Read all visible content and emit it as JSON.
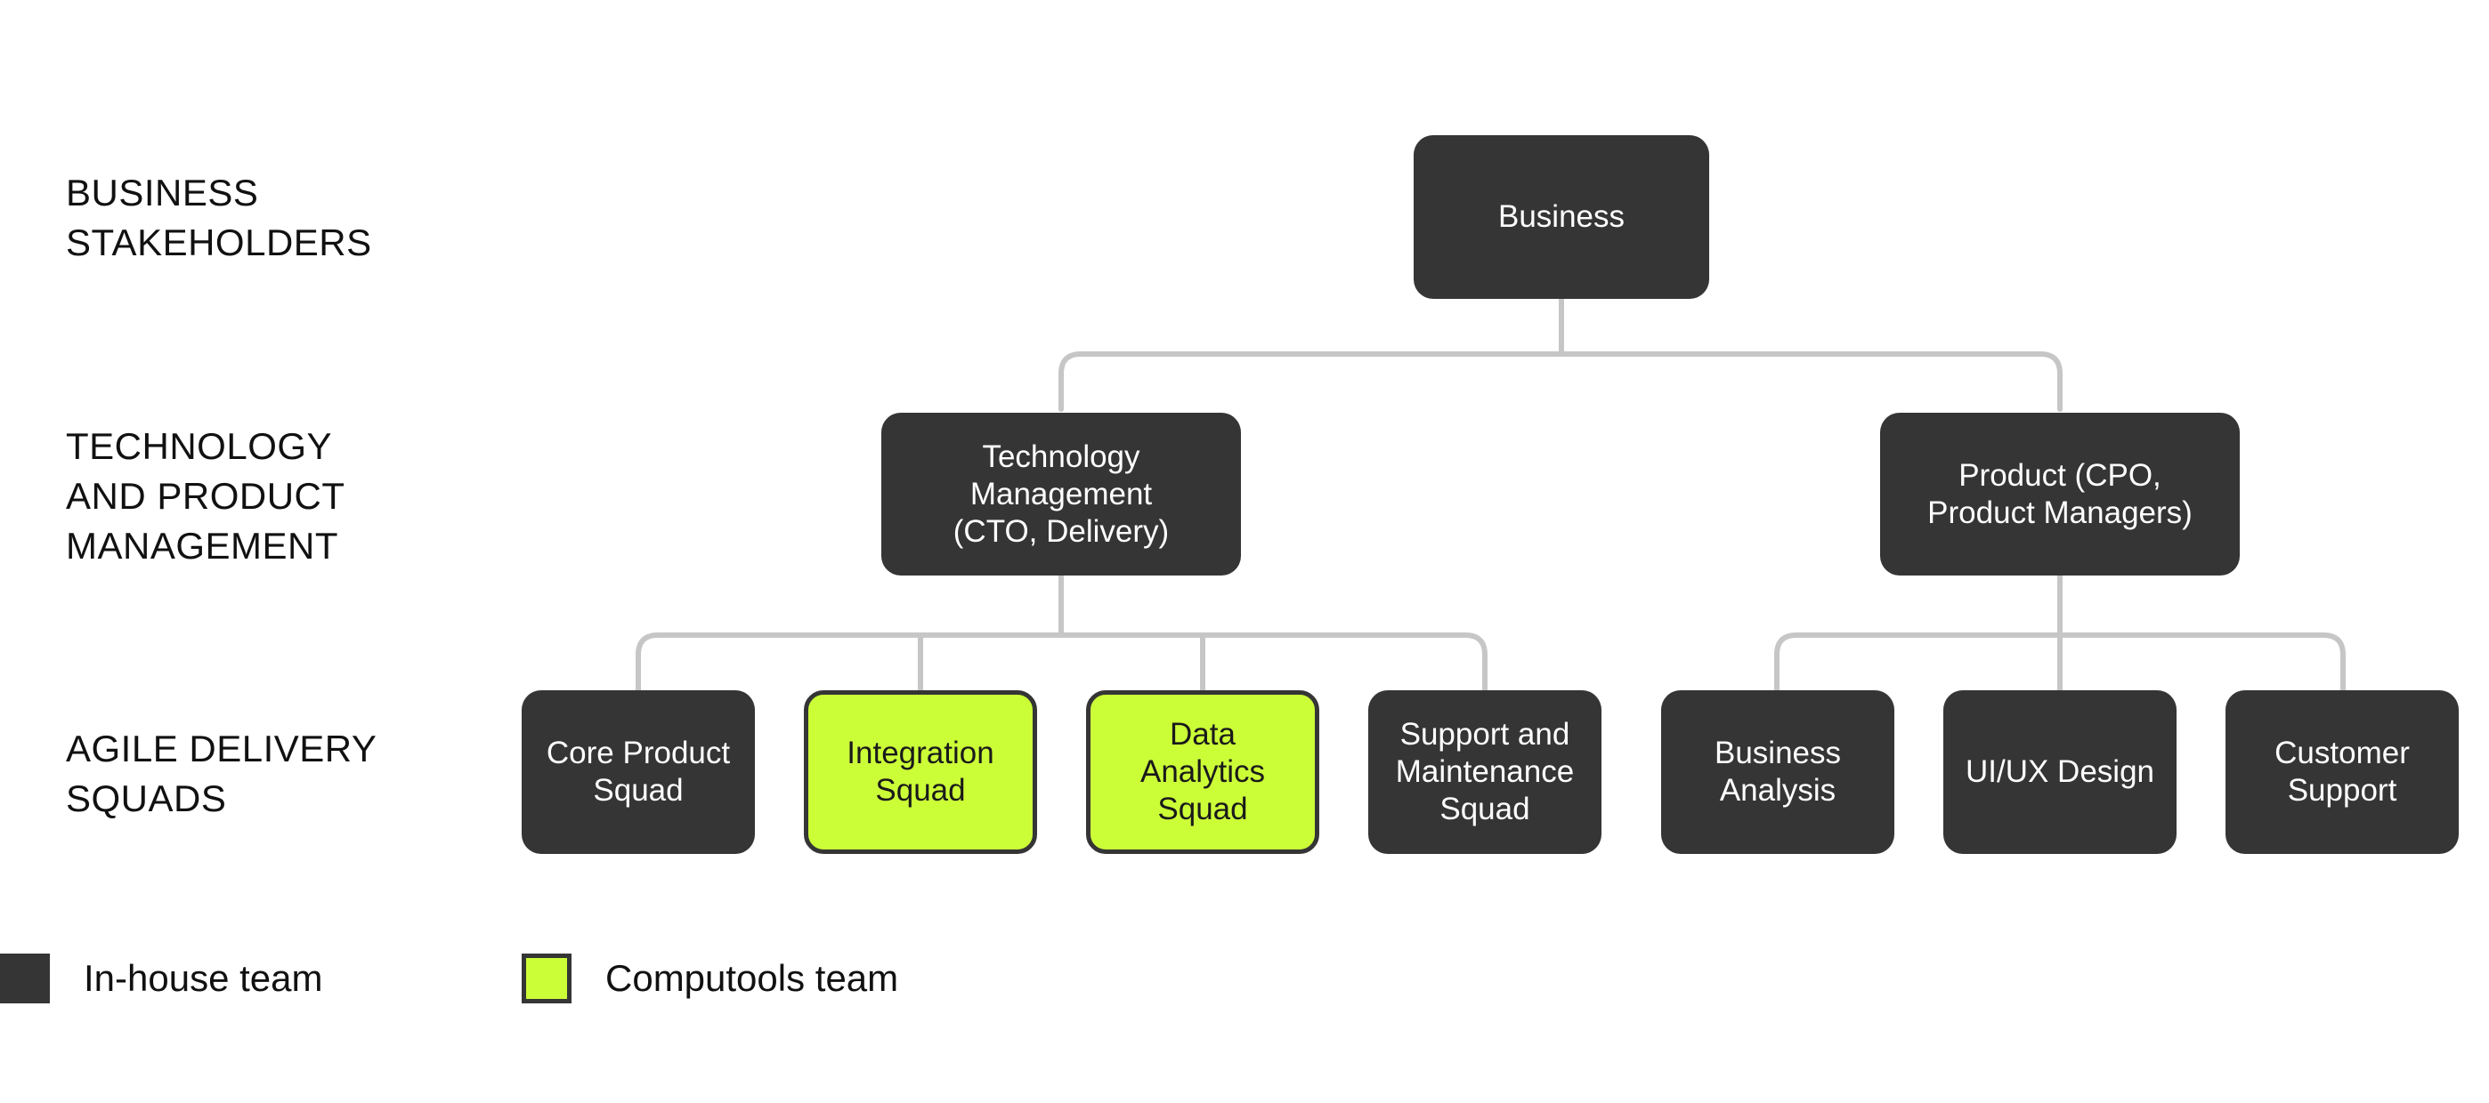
{
  "levels": {
    "business": "BUSINESS\nSTAKEHOLDERS",
    "management": "TECHNOLOGY\nAND PRODUCT\nMANAGEMENT",
    "squads": "AGILE DELIVERY\nSQUADS"
  },
  "nodes": {
    "business": "Business",
    "technology_management": "Technology\nManagement\n(CTO, Delivery)",
    "product": "Product (CPO,\nProduct Managers)",
    "core_product_squad": "Core Product\nSquad",
    "integration_squad": "Integration\nSquad",
    "data_analytics_squad": "Data\nAnalytics\nSquad",
    "support_maintenance_squad": "Support and\nMaintenance\nSquad",
    "business_analysis": "Business\nAnalysis",
    "ui_ux_design": "UI/UX Design",
    "customer_support": "Customer\nSupport"
  },
  "legend": {
    "inhouse": "In-house team",
    "computools": "Computools team"
  },
  "colors": {
    "inhouse": "#353535",
    "computools": "#ccfe38",
    "connector": "#c6c6c6"
  }
}
